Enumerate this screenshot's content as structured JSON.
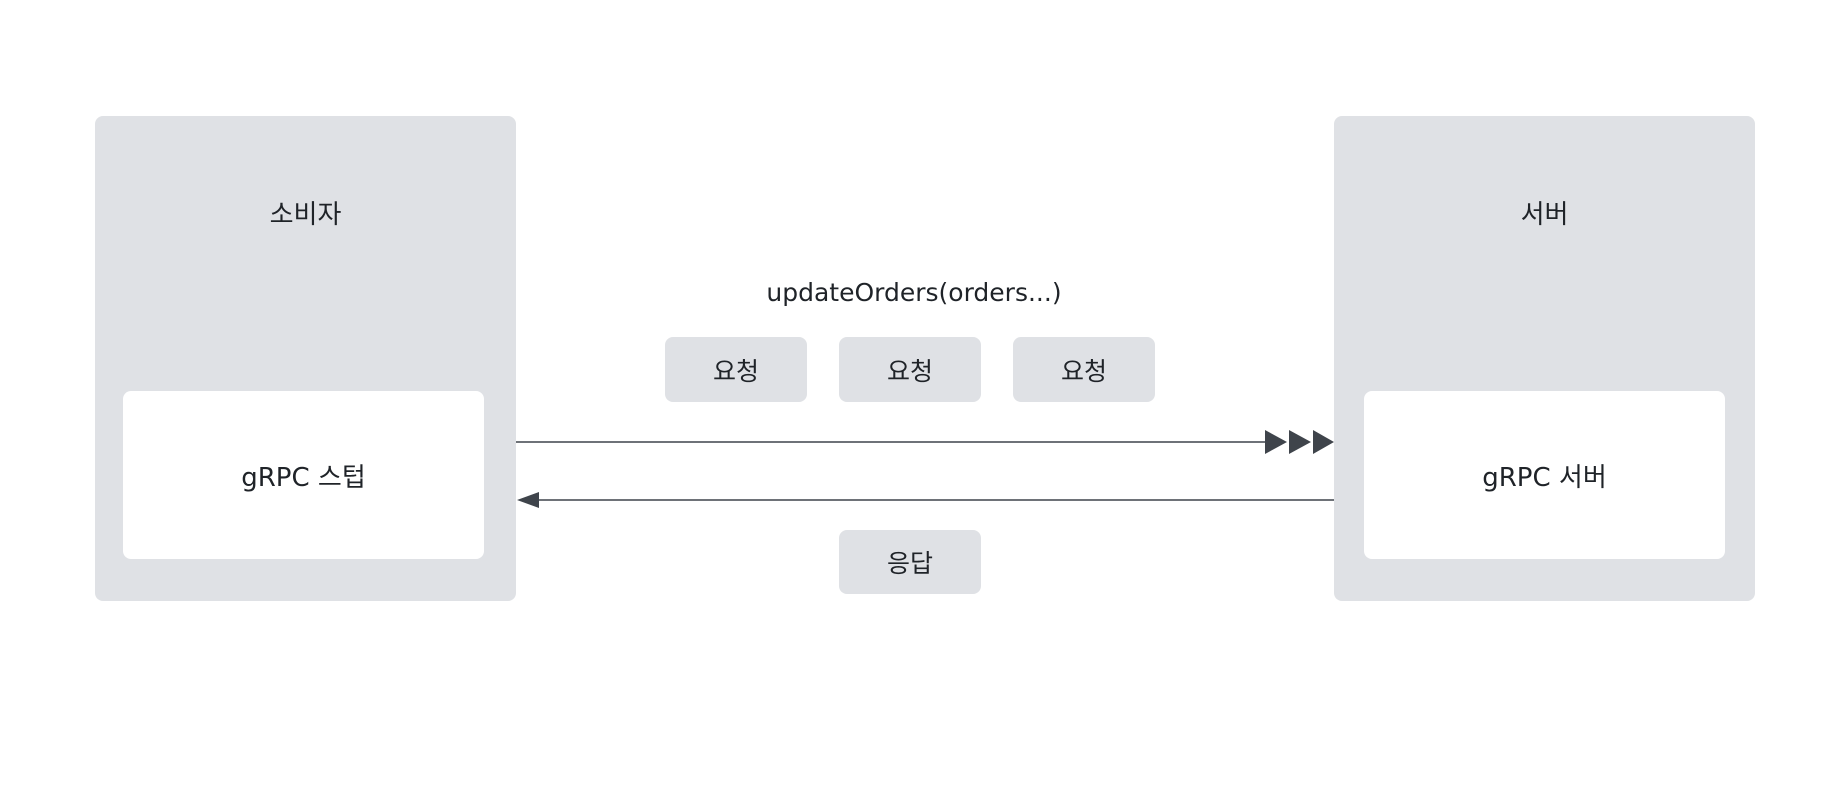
{
  "consumer": {
    "title": "소비자",
    "stub_label": "gRPC 스텁"
  },
  "server": {
    "title": "서버",
    "server_label": "gRPC 서버"
  },
  "call": {
    "method": "updateOrders(orders...)",
    "requests": [
      "요청",
      "요청",
      "요청"
    ],
    "response": "응답"
  }
}
